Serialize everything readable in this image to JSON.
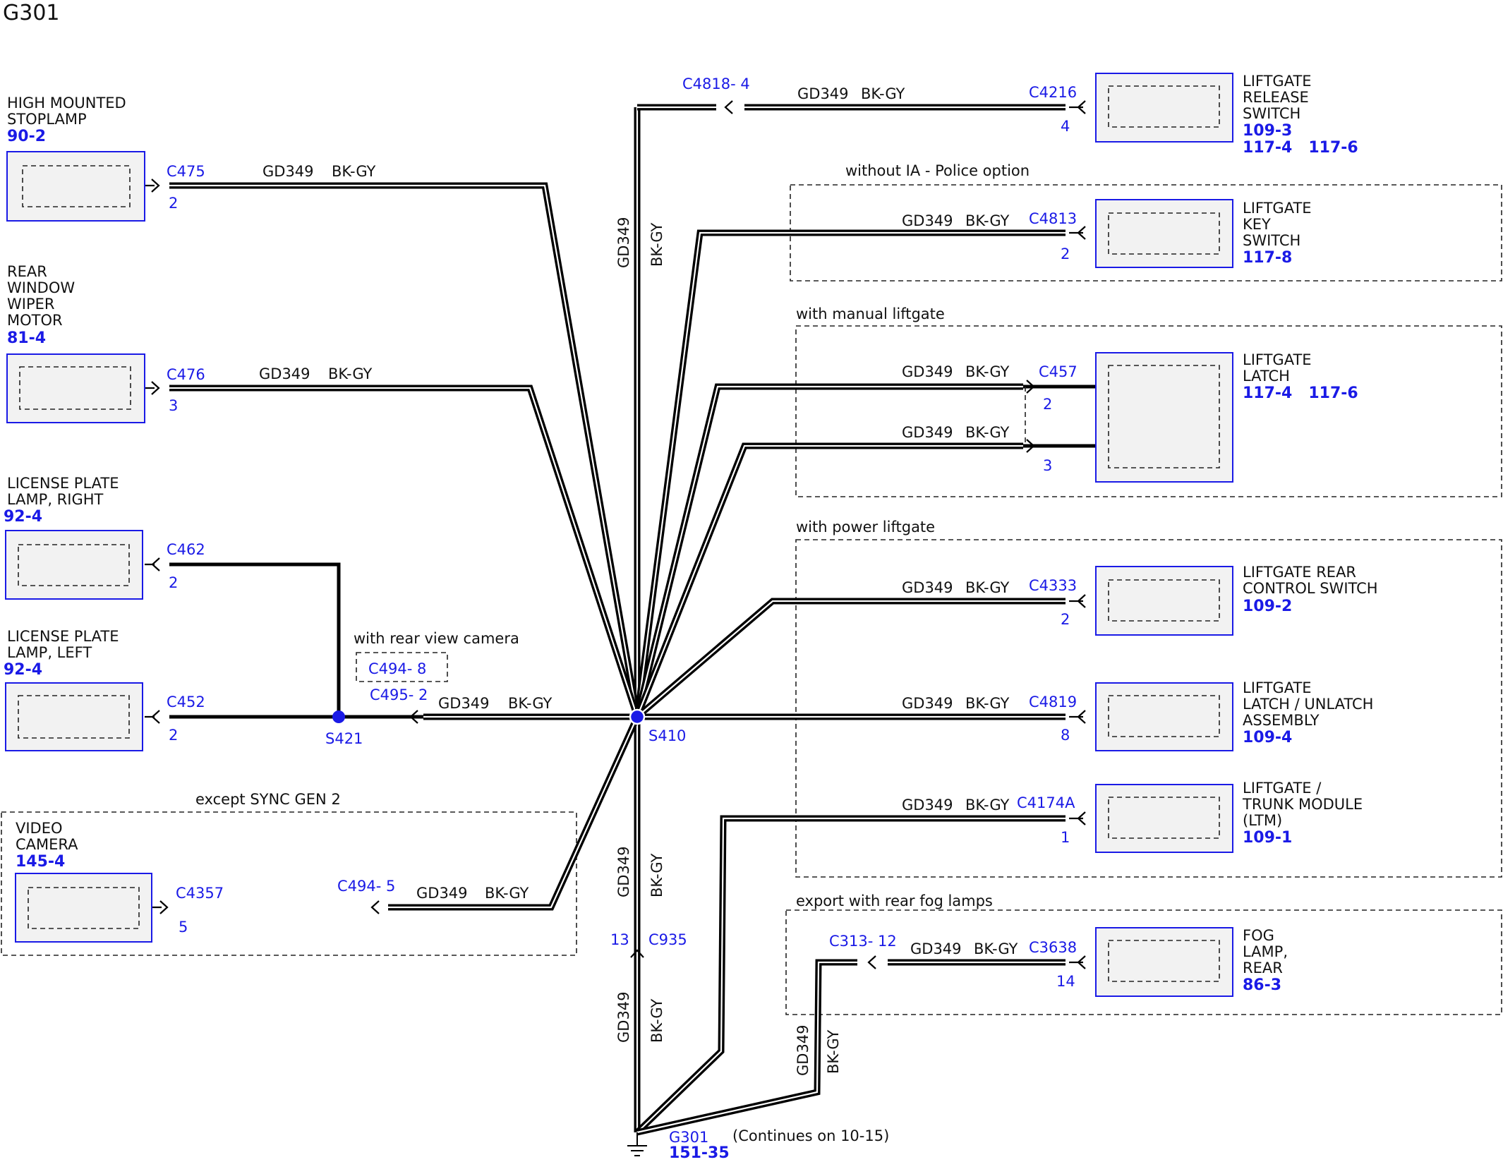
{
  "diagram": {
    "title": "G301",
    "colors": {
      "wire": "#000000",
      "label": "#1a1ae6",
      "box_fill": "#f2f2f2"
    },
    "components": {
      "high_mounted_stoplamp": {
        "lines": [
          "HIGH MOUNTED",
          "STOPLAMP"
        ],
        "refs": [
          "90-2"
        ]
      },
      "rear_window_wiper_motor": {
        "lines": [
          "REAR",
          "WINDOW",
          "WIPER",
          "MOTOR"
        ],
        "refs": [
          "81-4"
        ]
      },
      "license_plate_lamp_right": {
        "lines": [
          "LICENSE PLATE",
          "LAMP, RIGHT"
        ],
        "refs": [
          "92-4"
        ]
      },
      "license_plate_lamp_left": {
        "lines": [
          "LICENSE PLATE",
          "LAMP, LEFT"
        ],
        "refs": [
          "92-4"
        ]
      },
      "video_camera": {
        "lines": [
          "VIDEO",
          "CAMERA"
        ],
        "refs": [
          "145-4"
        ]
      },
      "liftgate_release_switch": {
        "lines": [
          "LIFTGATE",
          "RELEASE",
          "SWITCH"
        ],
        "refs": [
          "109-3",
          "117-4   117-6"
        ]
      },
      "liftgate_key_switch": {
        "lines": [
          "LIFTGATE",
          "KEY",
          "SWITCH"
        ],
        "refs": [
          "117-8"
        ]
      },
      "liftgate_latch": {
        "lines": [
          "LIFTGATE",
          "LATCH"
        ],
        "refs": [
          "117-4   117-6"
        ]
      },
      "liftgate_rear_control_switch": {
        "lines": [
          "LIFTGATE REAR",
          "CONTROL SWITCH"
        ],
        "refs": [
          "109-2"
        ]
      },
      "liftgate_latch_unlatch": {
        "lines": [
          "LIFTGATE",
          "LATCH / UNLATCH",
          "ASSEMBLY"
        ],
        "refs": [
          "109-4"
        ]
      },
      "liftgate_trunk_module": {
        "lines": [
          "LIFTGATE /",
          "TRUNK MODULE",
          "(LTM)"
        ],
        "refs": [
          "109-1"
        ]
      },
      "fog_lamp_rear": {
        "lines": [
          "FOG",
          "LAMP,",
          "REAR"
        ],
        "refs": [
          "86-3"
        ]
      }
    },
    "connectors": {
      "c475": {
        "name": "C475",
        "pin": "2"
      },
      "c476": {
        "name": "C476",
        "pin": "3"
      },
      "c462": {
        "name": "C462",
        "pin": "2"
      },
      "c452": {
        "name": "C452",
        "pin": "2"
      },
      "c4357": {
        "name": "C4357",
        "pin": "5"
      },
      "c494_5": {
        "name": "C494- 5"
      },
      "c494_8": {
        "name": "C494- 8"
      },
      "c495_2": {
        "name": "C495- 2"
      },
      "c4818_4": {
        "name": "C4818- 4"
      },
      "c4216": {
        "name": "C4216",
        "pin": "4"
      },
      "c4813": {
        "name": "C4813",
        "pin": "2"
      },
      "c457": {
        "name": "C457",
        "pin_a": "2",
        "pin_b": "3"
      },
      "c4333": {
        "name": "C4333",
        "pin": "2"
      },
      "c4819": {
        "name": "C4819",
        "pin": "8"
      },
      "c4174a": {
        "name": "C4174A",
        "pin": "1"
      },
      "c313_12": {
        "name": "C313- 12"
      },
      "c3638": {
        "name": "C3638",
        "pin": "14"
      },
      "c935": {
        "name": "C935",
        "pin": "13"
      }
    },
    "splices": {
      "s421": "S421",
      "s410": "S410"
    },
    "ground": {
      "name": "G301",
      "ref": "151-35",
      "note": "(Continues on 10-15)"
    },
    "wire": {
      "circuit": "GD349",
      "color": "BK-GY"
    },
    "options": {
      "without_ia_police": "without IA - Police option",
      "manual_liftgate": "with manual liftgate",
      "power_liftgate": "with power liftgate",
      "export_fog": "export with rear fog lamps",
      "except_sync": "except SYNC GEN 2",
      "rear_view_camera": "with rear view camera"
    }
  }
}
